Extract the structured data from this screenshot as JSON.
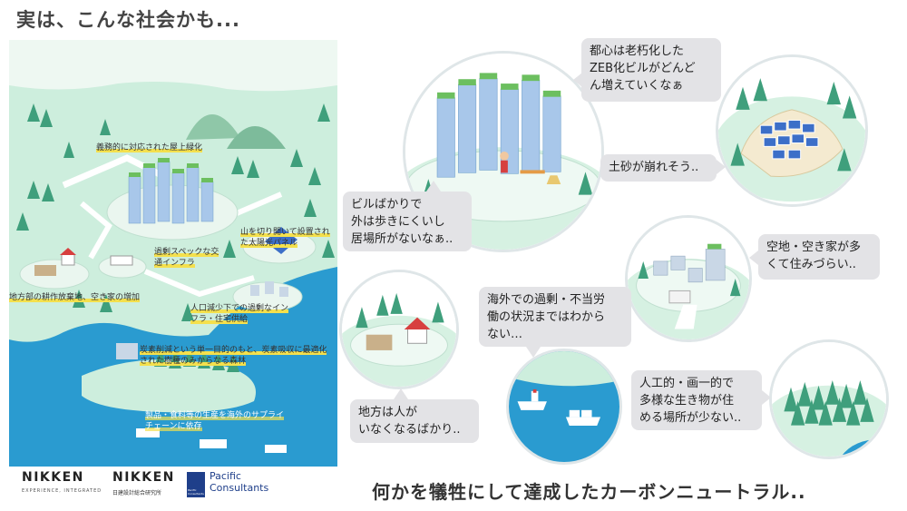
{
  "title": "実は、こんな社会かも...",
  "poster": {
    "labels": [
      "義務的に対応された屋上緑化",
      "山を切り開いて設置された太陽光パネル",
      "過剰スペックな交通インフラ",
      "地方部の耕作放棄地、空き家の増加",
      "人口減少下での過剰なインフラ・住宅供給",
      "炭素削減という単一目的のもと、炭素吸収に最適化された樹種のみからなる森林",
      "製品・食料等の生産を海外のサプライチェーンに依存"
    ]
  },
  "logos": {
    "nikken1": "NIKKEN",
    "nikken1_sub": "EXPERIENCE, INTEGRATED",
    "nikken2": "NIKKEN",
    "nikken2_sub": "日建設計総合研究所",
    "pacific_line1": "Pacific",
    "pacific_line2": "Consultants",
    "pacific_mark": "Pacific Consultants"
  },
  "bubbles": {
    "zeb": "都心は老朽化した\nZEB化ビルがどんど\nん増えていくなぁ",
    "landslide": "土砂が崩れそう..",
    "buildings": "ビルばかりで\n外は歩きにくいし\n居場所がないなぁ..",
    "vacant": "空地・空き家が多\nくて住みづらい..",
    "overseas": "海外での過剰・不当労\n働の状況まではわから\nない…",
    "rural": "地方は人が\nいなくなるばかり..",
    "forest": "人工的・画一的で\n多様な生き物が住\nめる場所が少ない.."
  },
  "conclusion": "何かを犠牲にして達成したカーボンニュートラル..",
  "colors": {
    "sea": "#2a9bd0",
    "land": "#d2f0e0",
    "tree": "#3f9f7c",
    "bubble": "#e3e3e6",
    "highlight": "#f4e04d"
  }
}
